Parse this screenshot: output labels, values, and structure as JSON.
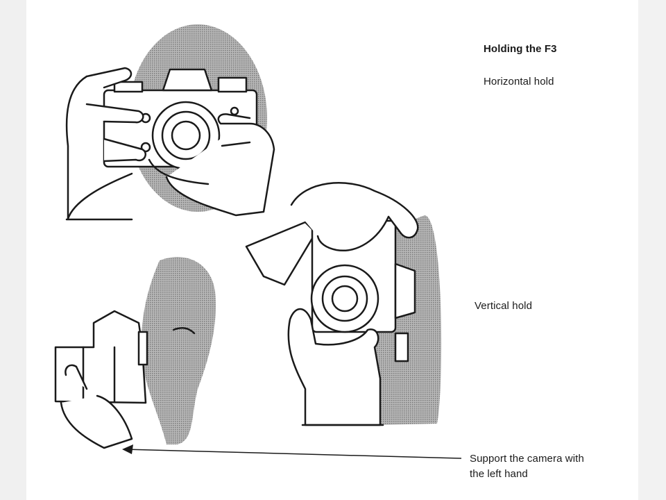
{
  "page": {
    "heading": "Holding the F3",
    "horizontal_caption": "Horizontal hold",
    "vertical_caption": "Vertical hold",
    "support_caption_line1": "Support the camera with",
    "support_caption_line2": "the left hand"
  },
  "colors": {
    "ink": "#1a1a1a",
    "shadow": "#9a9a9a",
    "paper": "#ffffff",
    "margin": "#f0f0f0"
  },
  "illustrations": {
    "top": "horizontal-hold-illustration",
    "middle": "vertical-hold-illustration",
    "bottom": "side-view-illustration"
  }
}
